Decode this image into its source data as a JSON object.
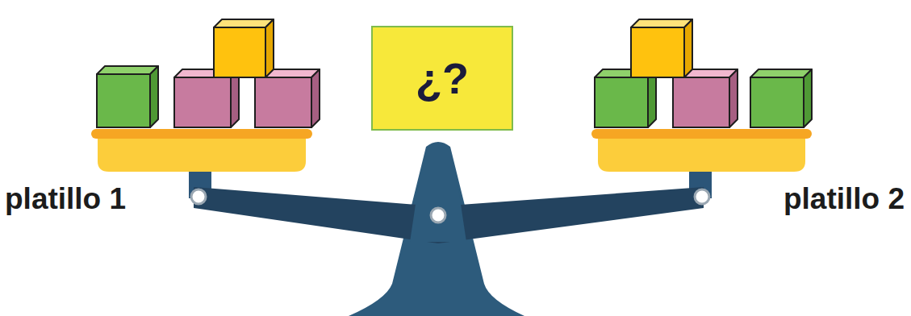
{
  "diagram": {
    "nodes": [
      {
        "text": [
          "¿?"
        ]
      }
    ],
    "labels": [
      "platillo 1",
      "platillo 2"
    ]
  }
}
